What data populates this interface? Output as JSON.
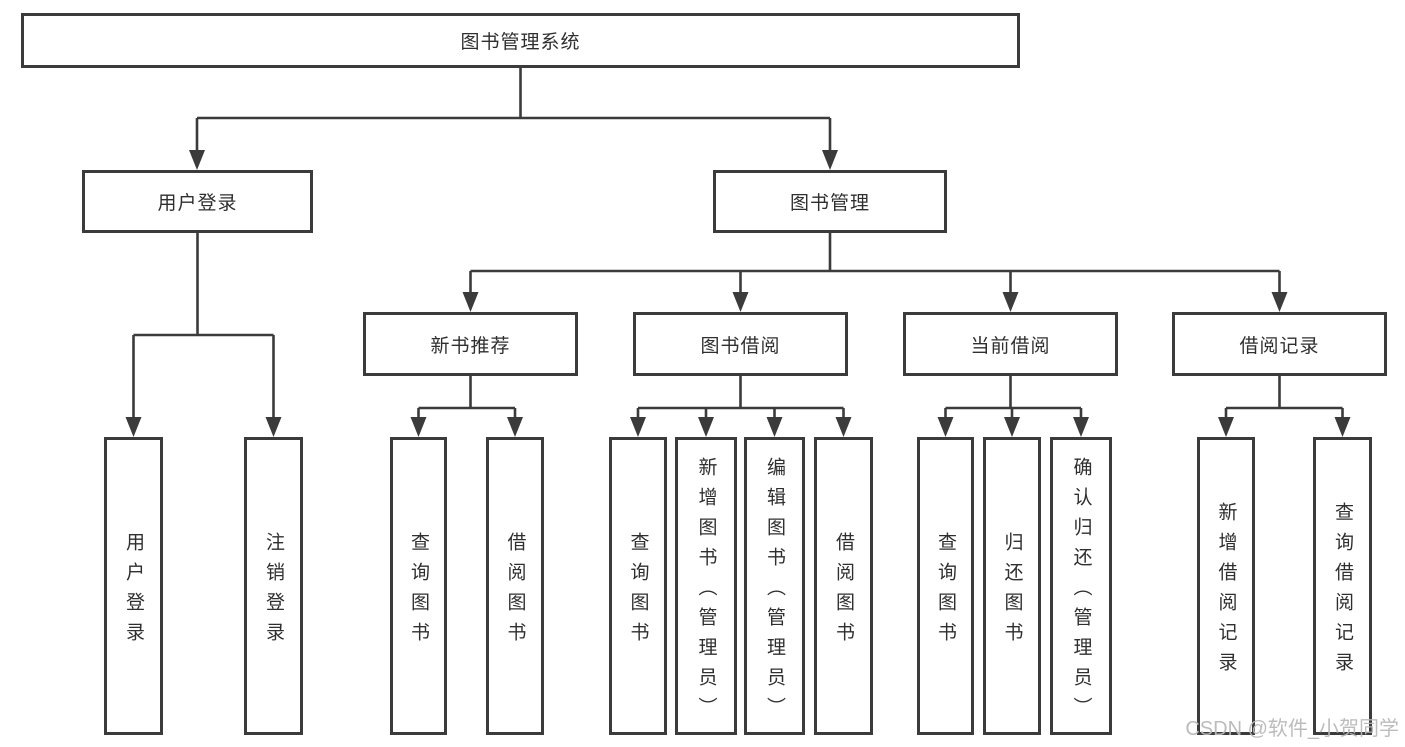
{
  "diagram": {
    "title": "图书管理系统",
    "tree": {
      "root": {
        "label": "图书管理系统"
      },
      "level2": [
        {
          "label": "用户登录",
          "leaves": [
            {
              "label": "用户登录"
            },
            {
              "label": "注销登录"
            }
          ]
        },
        {
          "label": "图书管理",
          "groups": [
            {
              "label": "新书推荐",
              "leaves": [
                {
                  "label": "查询图书"
                },
                {
                  "label": "借阅图书"
                }
              ]
            },
            {
              "label": "图书借阅",
              "leaves": [
                {
                  "label": "查询图书"
                },
                {
                  "label": "新增图书（管理员）"
                },
                {
                  "label": "编辑图书（管理员）"
                },
                {
                  "label": "借阅图书"
                }
              ]
            },
            {
              "label": "当前借阅",
              "leaves": [
                {
                  "label": "查询图书"
                },
                {
                  "label": "归还图书"
                },
                {
                  "label": "确认归还（管理员）"
                }
              ]
            },
            {
              "label": "借阅记录",
              "leaves": [
                {
                  "label": "新增借阅记录"
                },
                {
                  "label": "查询借阅记录"
                }
              ]
            }
          ]
        }
      ]
    },
    "watermark": {
      "text": "CSDN @软件_小贺同学"
    },
    "colors": {
      "line": "#3b3b3b",
      "text": "#2f2f2f",
      "box_background": "#ffffff",
      "page_background": "#ffffff",
      "watermark": "#b9b9b9"
    }
  }
}
